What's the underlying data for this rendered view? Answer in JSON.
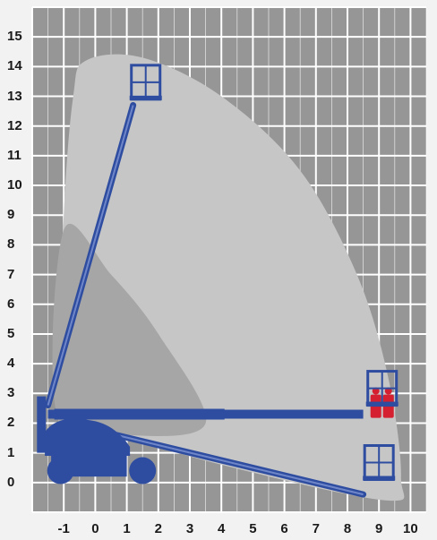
{
  "chart_data": {
    "type": "diagram",
    "title": "",
    "xlabel": "",
    "ylabel": "",
    "x_ticks": [
      "-1",
      "0",
      "1",
      "2",
      "3",
      "4",
      "5",
      "6",
      "7",
      "8",
      "9",
      "10"
    ],
    "y_ticks": [
      "0",
      "1",
      "2",
      "3",
      "4",
      "5",
      "6",
      "7",
      "8",
      "9",
      "10",
      "11",
      "12",
      "13",
      "14",
      "15"
    ],
    "xlim": [
      -2,
      10.5
    ],
    "ylim": [
      -1,
      16
    ],
    "grid": true,
    "working_envelope": {
      "outline": [
        [
          -1.2,
          2.2
        ],
        [
          -1.0,
          9.0
        ],
        [
          -0.7,
          13.0
        ],
        [
          -0.3,
          14.2
        ],
        [
          1.5,
          14.3
        ],
        [
          4.0,
          13.0
        ],
        [
          6.5,
          10.5
        ],
        [
          8.3,
          7.0
        ],
        [
          9.3,
          3.5
        ],
        [
          9.7,
          0.2
        ],
        [
          9.2,
          -0.6
        ],
        [
          4.0,
          0.6
        ],
        [
          0.8,
          1.6
        ]
      ],
      "inner_dark_region": [
        [
          -1.2,
          2.2
        ],
        [
          -1.0,
          8.5
        ],
        [
          0.5,
          7.0
        ],
        [
          2.0,
          5.0
        ],
        [
          3.5,
          2.0
        ],
        [
          1.0,
          1.6
        ]
      ]
    },
    "positions": [
      {
        "name": "max_height",
        "boom": [
          [
            -1.5,
            2.6
          ],
          [
            1.2,
            12.7
          ]
        ],
        "basket": [
          1.6,
          12.9
        ]
      },
      {
        "name": "max_outreach",
        "boom": [
          [
            -1.5,
            2.3
          ],
          [
            8.5,
            2.3
          ]
        ],
        "basket": [
          9.1,
          2.6
        ],
        "occupants": 2
      },
      {
        "name": "below_ground",
        "boom": [
          [
            -0.9,
            2.0
          ],
          [
            8.5,
            -0.4
          ]
        ],
        "basket": [
          9.0,
          0.1
        ]
      }
    ],
    "colors": {
      "machine": "#2e4da0",
      "envelope": "#c6c6c6",
      "inner_region": "#a6a6a6",
      "grid_background": "#969696",
      "grid_line": "#ffffff",
      "occupant": "#d42030"
    }
  }
}
